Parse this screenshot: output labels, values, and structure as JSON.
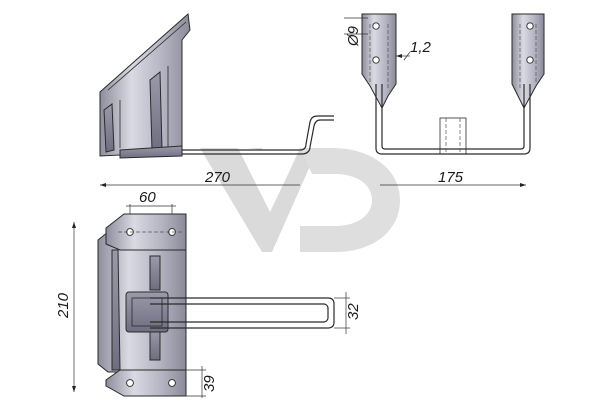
{
  "dimensions": {
    "hole_diameter": "Ø9",
    "thickness": "1,2",
    "length": "270",
    "width": "175",
    "hole_spacing": "60",
    "height": "210",
    "rod_gap": "32",
    "bottom_offset": "39"
  },
  "colors": {
    "metal_light": "#d9d9e3",
    "metal_mid": "#a9a9b8",
    "metal_dark": "#7e7e8f",
    "logo": "#c8c8c8"
  },
  "logo": {
    "icon": "vp-logo-watermark"
  }
}
